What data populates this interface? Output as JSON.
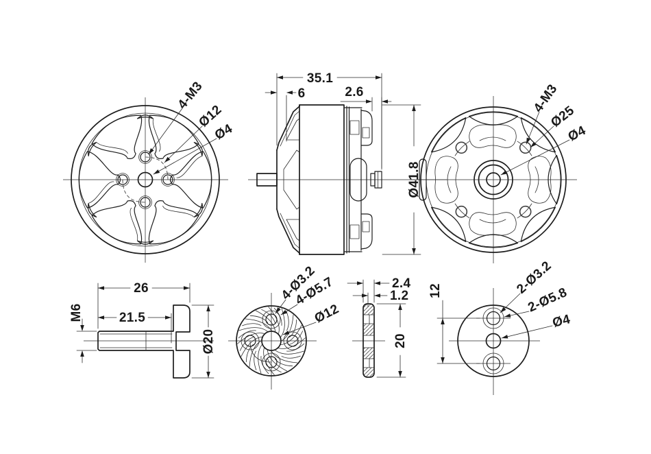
{
  "colors": {
    "line": "#1c1c1c",
    "background": "#ffffff"
  },
  "front_view": {
    "thread_holes": "4-M3",
    "bolt_circle": "Ø12",
    "shaft_hole": "Ø4"
  },
  "side_view": {
    "overall_length": "35.1",
    "bell_depth": "6",
    "mount_thickness": "2.6",
    "outer_diameter": "Ø41.8"
  },
  "back_view": {
    "thread_holes": "4-M3",
    "bolt_circle": "Ø25",
    "shaft_hole": "Ø4"
  },
  "prop_adapter": {
    "overall_length": "26",
    "thread_length": "21.5",
    "thread_size": "M6",
    "flange_diameter": "Ø20"
  },
  "mount_base": {
    "through_holes": "4-Ø3.2",
    "counterbores": "4-Ø5.7",
    "center_hole": "Ø12"
  },
  "washer_section": {
    "thickness": "2.4",
    "step_thickness": "1.2",
    "diameter": "20"
  },
  "washer_view": {
    "hole_spacing": "12",
    "through_holes": "2-Ø3.2",
    "counterbores": "2-Ø5.8",
    "center_hole": "Ø4"
  }
}
